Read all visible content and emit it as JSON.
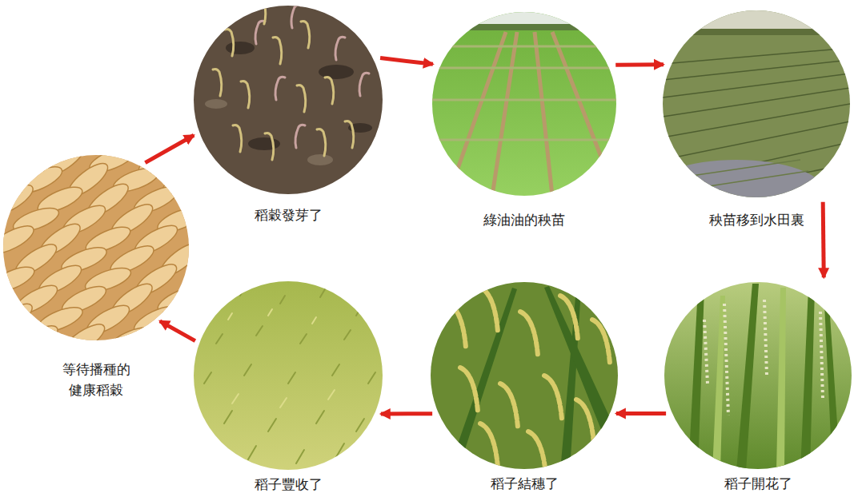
{
  "diagram": {
    "nodes": [
      {
        "text": [
          "等待播種的 健康稻穀"
        ]
      },
      {
        "text": [
          "稻穀發芽了"
        ]
      },
      {
        "text": [
          "綠油油的秧苗"
        ]
      },
      {
        "text": [
          "秧苗移到水田裏"
        ]
      },
      {
        "text": [
          "稻子開花了"
        ]
      },
      {
        "text": [
          "稻子結穗了"
        ]
      },
      {
        "text": [
          "稻子豐收了"
        ]
      }
    ],
    "edges": [
      {
        "from": 0,
        "to": 1,
        "arrow": "to"
      },
      {
        "from": 1,
        "to": 2,
        "arrow": "to"
      },
      {
        "from": 2,
        "to": 3,
        "arrow": "to"
      },
      {
        "from": 3,
        "to": 4,
        "arrow": "to"
      },
      {
        "from": 4,
        "to": 5,
        "arrow": "to"
      },
      {
        "from": 5,
        "to": 6,
        "arrow": "to"
      },
      {
        "from": 6,
        "to": 0,
        "arrow": "to"
      }
    ]
  }
}
